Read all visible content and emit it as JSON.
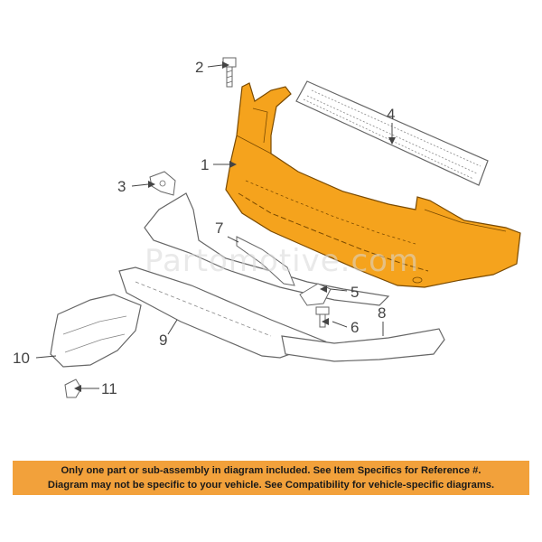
{
  "watermark": "Partomotive.com",
  "colors": {
    "part_highlight": "#f5a31d",
    "part_highlight_edge": "#7a4a00",
    "outline": "#666666",
    "banner_bg": "#f2a13b"
  },
  "callouts": [
    {
      "number": "1"
    },
    {
      "number": "2"
    },
    {
      "number": "3"
    },
    {
      "number": "4"
    },
    {
      "number": "5"
    },
    {
      "number": "6"
    },
    {
      "number": "7"
    },
    {
      "number": "8"
    },
    {
      "number": "9"
    },
    {
      "number": "10"
    },
    {
      "number": "11"
    }
  ],
  "disclaimer": {
    "line1": "Only one part or sub-assembly in diagram included. See Item Specifics for Reference #.",
    "line2": "Diagram may not be specific to your vehicle. See Compatibility for vehicle-specific diagrams."
  }
}
